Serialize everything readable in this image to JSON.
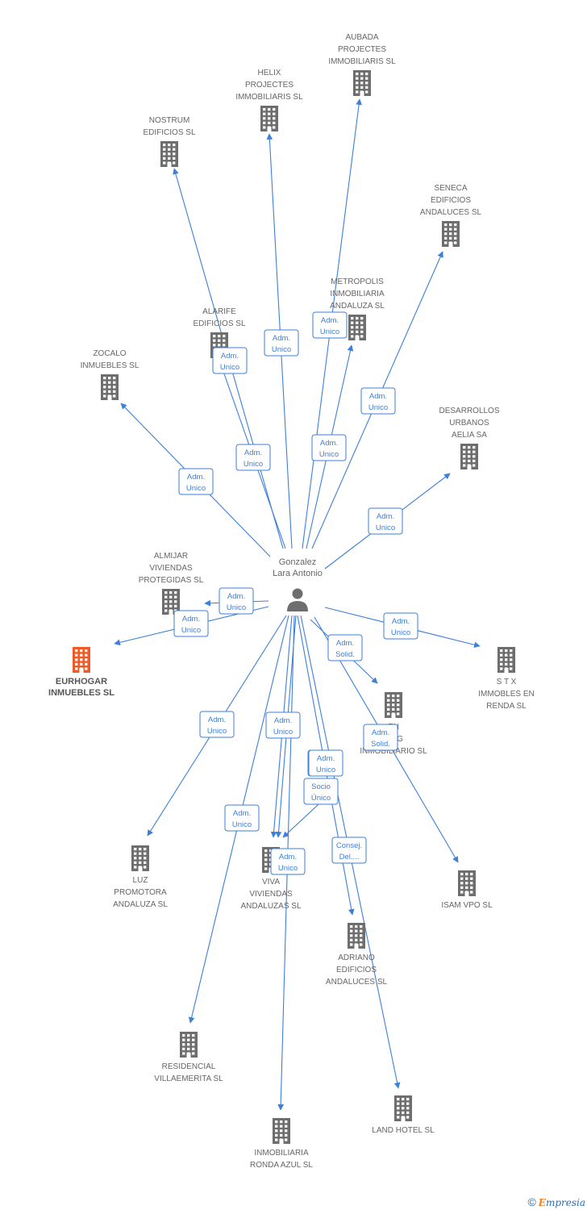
{
  "center": {
    "label": [
      "Gonzalez",
      "Lara Antonio"
    ],
    "icon": "person-icon"
  },
  "colors": {
    "edge": "#3d7fd9",
    "company": "#6e6e6e",
    "focus": "#f05a28"
  },
  "companies": [
    {
      "id": "aubada",
      "label": [
        "AUBADA",
        "PROJECTES",
        "IMMOBILIARIS SL"
      ],
      "icon": "building-icon"
    },
    {
      "id": "helix",
      "label": [
        "HELIX",
        "PROJECTES",
        "IMMOBILIARIS SL"
      ],
      "icon": "building-icon"
    },
    {
      "id": "nostrum",
      "label": [
        "NOSTRUM",
        "EDIFICIOS SL"
      ],
      "icon": "building-icon"
    },
    {
      "id": "seneca",
      "label": [
        "SENECA",
        "EDIFICIOS",
        "ANDALUCES SL"
      ],
      "icon": "building-icon"
    },
    {
      "id": "metropolis",
      "label": [
        "METROPOLIS",
        "INMOBILIARIA",
        "ANDALUZA SL"
      ],
      "icon": "building-icon"
    },
    {
      "id": "alarife",
      "label": [
        "ALARIFE",
        "EDIFICIOS SL"
      ],
      "icon": "building-icon"
    },
    {
      "id": "zocalo",
      "label": [
        "ZOCALO",
        "INMUEBLES SL"
      ],
      "icon": "building-icon"
    },
    {
      "id": "desarrollos",
      "label": [
        "DESARROLLOS",
        "URBANOS",
        "AELIA SA"
      ],
      "icon": "building-icon"
    },
    {
      "id": "almijar",
      "label": [
        "ALMIJAR",
        "VIVIENDAS",
        "PROTEGIDAS  SL"
      ],
      "icon": "building-icon"
    },
    {
      "id": "eurhogar",
      "label": [
        "EURHOGAR",
        "INMUEBLES SL"
      ],
      "icon": "building-icon",
      "focus": true
    },
    {
      "id": "stx",
      "label": [
        "S T X",
        "IMMOBLES EN",
        "RENDA SL"
      ],
      "icon": "building-icon"
    },
    {
      "id": "consulting",
      "label": [
        "EN",
        "TING",
        "INMOBILIARIO SL"
      ],
      "icon": "building-icon"
    },
    {
      "id": "luz",
      "label": [
        "LUZ",
        "PROMOTORA",
        "ANDALUZA SL"
      ],
      "icon": "building-icon"
    },
    {
      "id": "viva",
      "label": [
        "VIVA",
        "VIVIENDAS",
        "ANDALUZAS SL"
      ],
      "icon": "building-icon"
    },
    {
      "id": "isam",
      "label": [
        "ISAM VPO  SL"
      ],
      "icon": "building-icon"
    },
    {
      "id": "adriano",
      "label": [
        "ADRIANO",
        "EDIFICIOS",
        "ANDALUCES SL"
      ],
      "icon": "building-icon"
    },
    {
      "id": "residencial",
      "label": [
        "RESIDENCIAL",
        "VILLAEMERITA SL"
      ],
      "icon": "building-icon"
    },
    {
      "id": "ronda",
      "label": [
        "INMOBILIARIA",
        "RONDA AZUL SL"
      ],
      "icon": "building-icon"
    },
    {
      "id": "land",
      "label": [
        "LAND HOTEL SL"
      ],
      "icon": "building-icon"
    }
  ],
  "relations": [
    {
      "target": "aubada",
      "label": [
        "Adm.",
        "Unico"
      ]
    },
    {
      "target": "helix",
      "label": [
        "Adm.",
        "Unico"
      ]
    },
    {
      "target": "nostrum",
      "label": [
        "Adm.",
        "Unico"
      ]
    },
    {
      "target": "seneca",
      "label": [
        "Adm.",
        "Unico"
      ]
    },
    {
      "target": "metropolis",
      "label": [
        "Adm.",
        "Unico"
      ]
    },
    {
      "target": "alarife",
      "label": [
        "Adm.",
        "Unico"
      ]
    },
    {
      "target": "zocalo",
      "label": [
        "Adm.",
        "Unico"
      ]
    },
    {
      "target": "desarrollos",
      "label": [
        "Adm.",
        "Unico"
      ]
    },
    {
      "target": "almijar",
      "label": [
        "Adm.",
        "Unico"
      ]
    },
    {
      "target": "eurhogar",
      "label": [
        "Adm.",
        "Unico"
      ]
    },
    {
      "target": "stx",
      "label": [
        "Adm.",
        "Unico"
      ]
    },
    {
      "target": "consulting",
      "label": [
        "Adm.",
        "Solid."
      ]
    },
    {
      "target": "isam",
      "label": [
        "Adm.",
        "Solid."
      ]
    },
    {
      "target": "luz",
      "label": [
        "Adm.",
        "Unico"
      ]
    },
    {
      "target": "viva",
      "label": [
        "Adm.",
        "Unico"
      ]
    },
    {
      "target": "viva",
      "label": [
        "Adm.",
        "Unico"
      ]
    },
    {
      "target": "viva",
      "label": [
        "Socio",
        "Único"
      ]
    },
    {
      "target": "residencial",
      "label": [
        "Adm.",
        "Unico"
      ]
    },
    {
      "target": "ronda",
      "label": [
        "Adm.",
        "Unico"
      ]
    },
    {
      "target": "land",
      "label": [
        "Consej.",
        "Del...."
      ]
    },
    {
      "target": "adriano",
      "label": [
        "Adm.",
        "Unico"
      ]
    }
  ],
  "footer": {
    "copyright": "©",
    "brand_first": "E",
    "brand_rest": "mpresia"
  }
}
